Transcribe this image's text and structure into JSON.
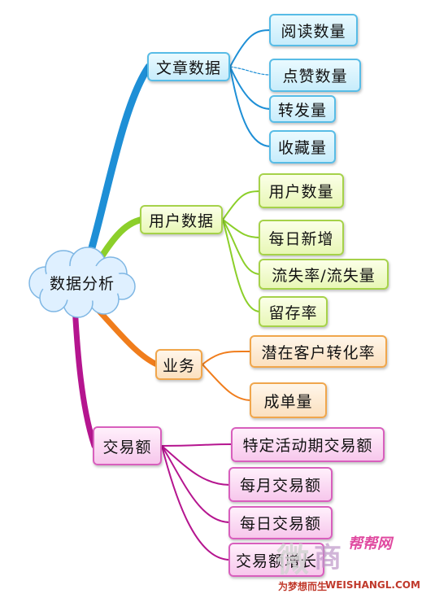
{
  "root": {
    "label": "数据分析"
  },
  "branches": [
    {
      "label": "文章数据",
      "color": "#1e8fd6",
      "children": [
        "阅读数量",
        "点赞数量",
        "转发量",
        "收藏量"
      ]
    },
    {
      "label": "用户数据",
      "color": "#8ccf2a",
      "children": [
        "用户数量",
        "每日新增",
        "流失率/流失量",
        "留存率"
      ]
    },
    {
      "label": "业务",
      "color": "#f07d1c",
      "children": [
        "潜在客户转化率",
        "成单量"
      ]
    },
    {
      "label": "交易额",
      "color": "#b5158f",
      "children": [
        "特定活动期交易额",
        "每月交易额",
        "每日交易额",
        "交易额增长"
      ]
    }
  ],
  "watermark": {
    "text1": "微",
    "text2": "商",
    "text3": "帮帮网",
    "url": "WEISHANGL.COM",
    "slogan": "为梦想而生"
  }
}
